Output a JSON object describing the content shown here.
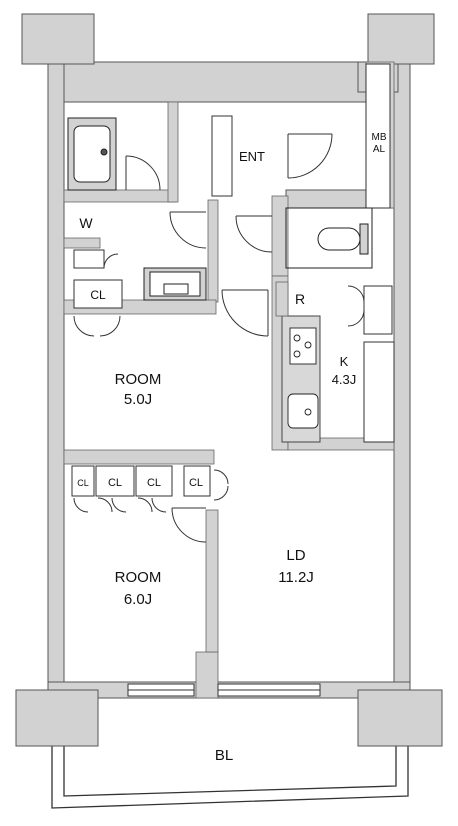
{
  "floor_plan": {
    "rooms": [
      {
        "key": "room_a",
        "name": "ROOM",
        "size": "5.0J"
      },
      {
        "key": "room_b",
        "name": "ROOM",
        "size": "6.0J"
      },
      {
        "key": "ld",
        "name": "LD",
        "size": "11.2J"
      },
      {
        "key": "kitchen",
        "name": "K",
        "size": "4.3J"
      },
      {
        "key": "balcony",
        "name": "BL"
      }
    ],
    "labels": {
      "entrance": "ENT",
      "washroom": "W",
      "refrigerator": "R",
      "meter_box_line1": "MB",
      "meter_box_line2": "AL",
      "closet": "CL"
    }
  }
}
